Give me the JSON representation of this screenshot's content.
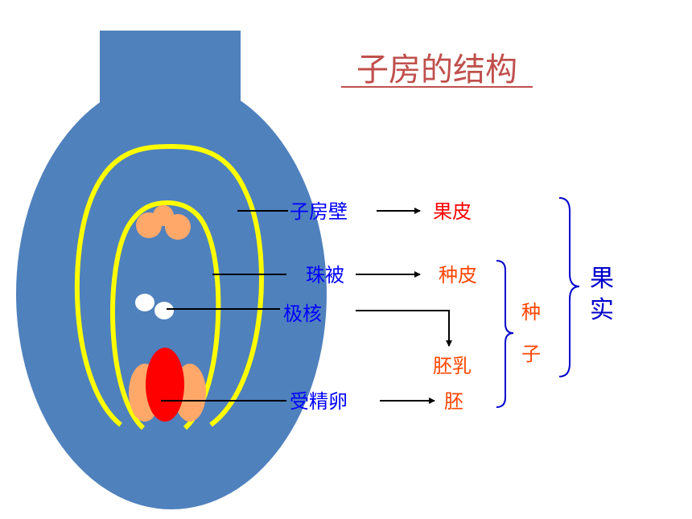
{
  "title": "子房的结构",
  "labels": {
    "ovary_wall": "子房壁",
    "integument": "珠被",
    "polar_nuclei": "极核",
    "fertilized_egg": "受精卵"
  },
  "products": {
    "pericarp": "果皮",
    "seed_coat": "种皮",
    "endosperm": "胚乳",
    "embryo": "胚"
  },
  "groups": {
    "seed_char1": "种",
    "seed_char2": "子",
    "fruit_char1": "果",
    "fruit_char2": "实"
  },
  "colors": {
    "ovary_fill": "#4F81BD",
    "wall_outline": "#FFFF00",
    "ovule_tissue": "#FFA86A",
    "egg": "#FF0000",
    "nucleus": "#FFFFFF",
    "title": "#C0504D",
    "structure_label": "#0000FF",
    "product_red": "#FF0000",
    "product_orange": "#FF4500",
    "fruit_text": "#0000CC",
    "brace": "#0000CC",
    "connector": "#000000"
  }
}
